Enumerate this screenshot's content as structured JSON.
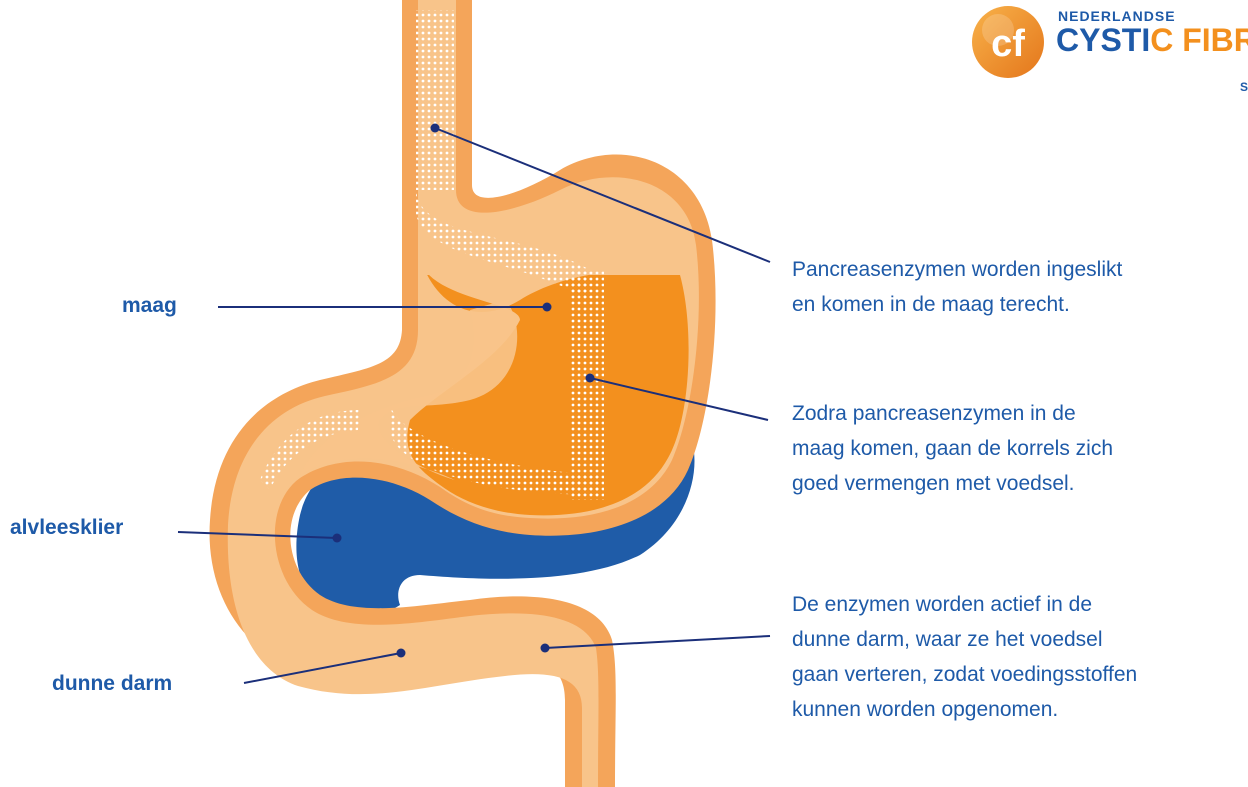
{
  "logo": {
    "line1": "NEDERLANDSE",
    "line2_part1": "CYSTI",
    "line2_part2": "C FIBR",
    "tail": "S",
    "monogram": "cf"
  },
  "labels": {
    "maag": "maag",
    "alvleesklier": "alvleesklier",
    "dunne_darm": "dunne darm"
  },
  "descriptions": {
    "d1": [
      "Pancreasenzymen worden ingeslikt",
      "en komen in de maag terecht."
    ],
    "d2": [
      "Zodra pancreasenzymen in de",
      "maag komen, gaan de korrels zich",
      "goed vermengen met voedsel."
    ],
    "d3": [
      "De enzymen worden actief in de",
      "dunne darm, waar ze het voedsel",
      "gaan verteren, zodat voedingsstoffen",
      "kunnen worden opgenomen."
    ]
  },
  "colors": {
    "outer_orange": "#f4a55a",
    "light_orange": "#f8c48a",
    "deep_orange": "#f3901e",
    "pancreas_blue": "#1f5ca8",
    "text_blue": "#1e5aa8",
    "line_navy": "#1b2f7a"
  }
}
